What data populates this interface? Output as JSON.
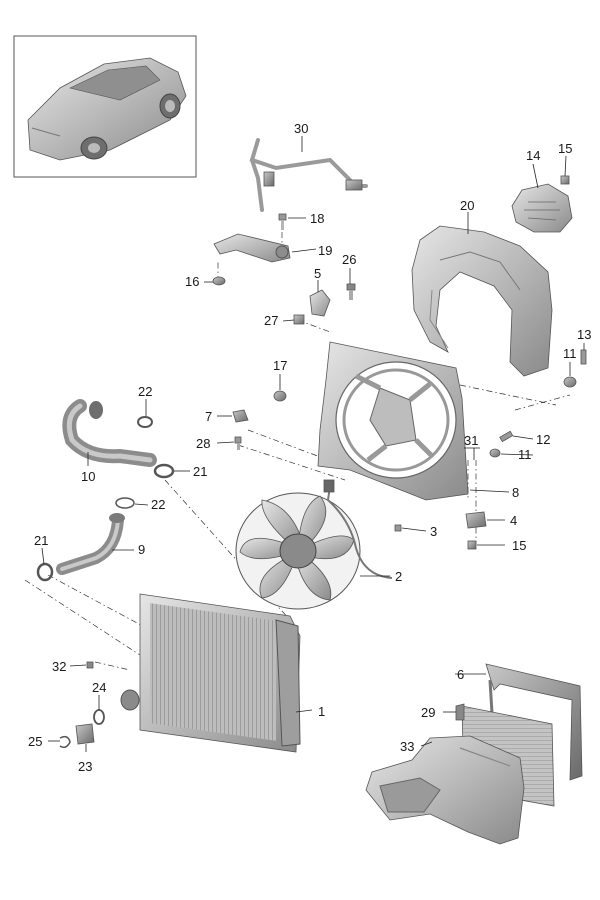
{
  "labels": {
    "p1": "1",
    "p2": "2",
    "p3": "3",
    "p4": "4",
    "p5": "5",
    "p6": "6",
    "p7": "7",
    "p8": "8",
    "p9": "9",
    "p10": "10",
    "p11a": "11",
    "p11b": "11",
    "p12": "12",
    "p13": "13",
    "p14": "14",
    "p15a": "15",
    "p15b": "15",
    "p16": "16",
    "p17": "17",
    "p18": "18",
    "p19": "19",
    "p20": "20",
    "p21a": "21",
    "p21b": "21",
    "p22a": "22",
    "p22b": "22",
    "p23": "23",
    "p24": "24",
    "p25": "25",
    "p26": "26",
    "p27": "27",
    "p28": "28",
    "p29": "29",
    "p30": "30",
    "p31": "31",
    "p32": "32",
    "p33": "33"
  },
  "colors": {
    "part_light": "#d6d6d6",
    "part_mid": "#a9a9a9",
    "part_dark": "#6e6e6e",
    "line": "#222222",
    "thumbnail_border": "#555555"
  }
}
